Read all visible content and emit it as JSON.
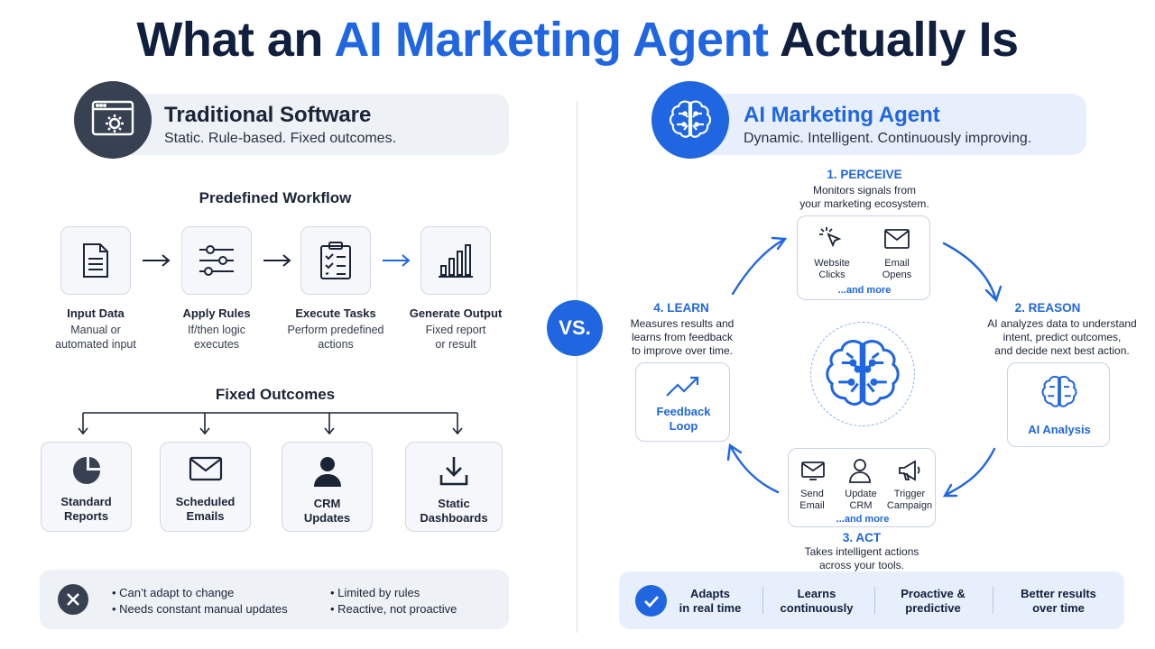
{
  "title": {
    "prefix": "What an ",
    "accent": "AI Marketing Agent",
    "suffix": " Actually Is"
  },
  "vs": "VS.",
  "left": {
    "header": {
      "title": "Traditional Software",
      "subtitle": "Static. Rule-based. Fixed outcomes.",
      "icon": "settings-window-icon"
    },
    "workflow": {
      "heading": "Predefined Workflow",
      "steps": [
        {
          "label": "Input Data",
          "sub1": "Manual or",
          "sub2": "automated input",
          "icon": "document-icon"
        },
        {
          "label": "Apply Rules",
          "sub1": "If/then logic",
          "sub2": "executes",
          "icon": "sliders-icon"
        },
        {
          "label": "Execute Tasks",
          "sub1": "Perform predefined",
          "sub2": "actions",
          "icon": "checklist-icon"
        },
        {
          "label": "Generate Output",
          "sub1": "Fixed report",
          "sub2": "or result",
          "icon": "bar-chart-icon"
        }
      ]
    },
    "outcomes": {
      "heading": "Fixed Outcomes",
      "items": [
        {
          "line1": "Standard",
          "line2": "Reports",
          "icon": "pie-chart-icon"
        },
        {
          "line1": "Scheduled",
          "line2": "Emails",
          "icon": "envelope-icon"
        },
        {
          "line1": "CRM",
          "line2": "Updates",
          "icon": "user-icon"
        },
        {
          "line1": "Static",
          "line2": "Dashboards",
          "icon": "download-tray-icon"
        }
      ]
    },
    "limitations": [
      "Can’t adapt to change",
      "Needs constant manual updates",
      "Limited by rules",
      "Reactive, not proactive"
    ]
  },
  "right": {
    "header": {
      "title": "AI Marketing Agent",
      "subtitle": "Dynamic. Intelligent. Continuously improving.",
      "icon": "brain-circuit-icon"
    },
    "perceive": {
      "title": "1. PERCEIVE",
      "desc1": "Monitors signals from",
      "desc2": "your marketing ecosystem.",
      "items": [
        {
          "line1": "Website",
          "line2": "Clicks",
          "icon": "cursor-click-icon"
        },
        {
          "line1": "Email",
          "line2": "Opens",
          "icon": "envelope-icon"
        }
      ],
      "more": "...and more"
    },
    "reason": {
      "title": "2. REASON",
      "desc1": "AI analyzes data to understand",
      "desc2": "intent, predict outcomes,",
      "desc3": "and decide next best action.",
      "box_label": "AI Analysis"
    },
    "act": {
      "title": "3. ACT",
      "desc1": "Takes intelligent actions",
      "desc2": "across your tools.",
      "items": [
        {
          "line1": "Send",
          "line2": "Email",
          "icon": "mail-send-icon"
        },
        {
          "line1": "Update",
          "line2": "CRM",
          "icon": "user-icon"
        },
        {
          "line1": "Trigger",
          "line2": "Campaign",
          "icon": "megaphone-icon"
        }
      ],
      "more": "...and more"
    },
    "learn": {
      "title": "4. LEARN",
      "desc1": "Measures results and",
      "desc2": "learns from feedback",
      "desc3": "to improve over time.",
      "box_line1": "Feedback",
      "box_line2": "Loop"
    },
    "benefits": [
      {
        "line1": "Adapts",
        "line2": "in real time"
      },
      {
        "line1": "Learns",
        "line2": "continuously"
      },
      {
        "line1": "Proactive &",
        "line2": "predictive"
      },
      {
        "line1": "Better results",
        "line2": "over time"
      }
    ]
  },
  "colors": {
    "accent": "#1f66e0",
    "dark": "#374151",
    "navy": "#0f1f3d"
  }
}
